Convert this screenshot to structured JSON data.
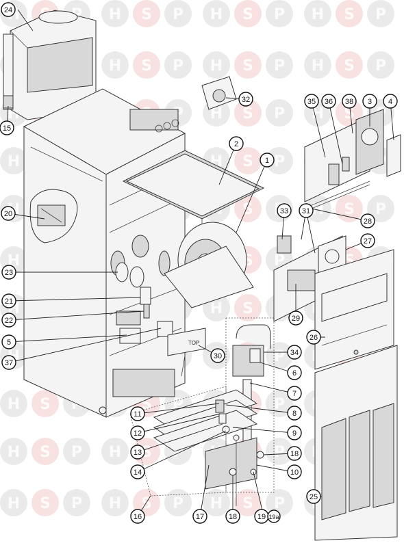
{
  "watermark": {
    "letters": [
      "H",
      "S",
      "P"
    ],
    "circle_colors": [
      "#d9d9d9",
      "#f0c8c8",
      "#d9d9d9"
    ]
  },
  "callouts": [
    "1",
    "2",
    "3",
    "4",
    "5",
    "6",
    "7",
    "8",
    "9",
    "10",
    "11",
    "12",
    "13",
    "14",
    "15",
    "16",
    "17",
    "18",
    "18",
    "19",
    "19a",
    "20",
    "21",
    "22",
    "23",
    "24",
    "25",
    "26",
    "27",
    "28",
    "29",
    "30",
    "31",
    "32",
    "33",
    "34",
    "35",
    "36",
    "37",
    "38"
  ],
  "labels": {
    "top_sticker": "TOP"
  }
}
